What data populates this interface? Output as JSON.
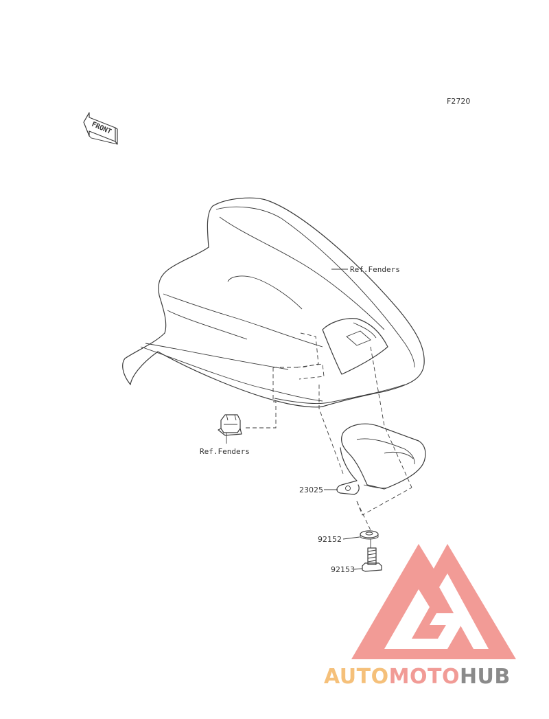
{
  "diagram": {
    "figure_code": "F2720",
    "front_arrow_text": "FRONT",
    "labels": {
      "ref_fenders_top": "Ref.Fenders",
      "ref_fenders_bottom": "Ref.Fenders",
      "part_23025": "23025",
      "part_92152": "92152",
      "part_92153": "92153"
    }
  },
  "watermark": {
    "auto": "AUTO",
    "moto": "MOTO",
    "hub": "HUB",
    "colors": {
      "auto": "#f5c07a",
      "moto": "#f19b96",
      "hub": "#8a8a8a",
      "triangle": "#f08a84"
    }
  }
}
